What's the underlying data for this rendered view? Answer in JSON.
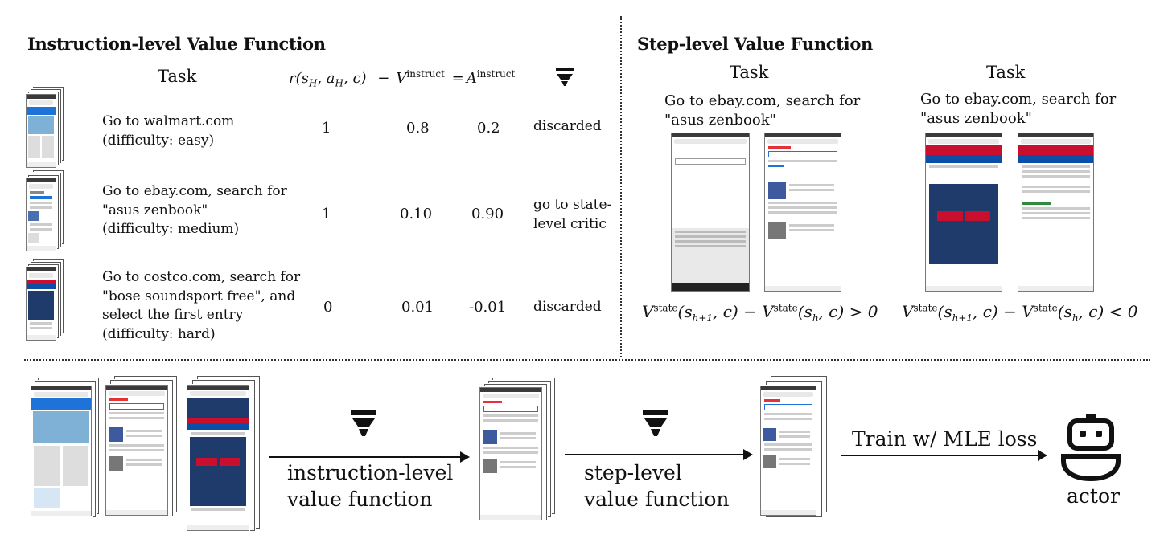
{
  "top_left": {
    "title": "Instruction-level Value Function",
    "task_header": "Task",
    "formula": {
      "reward": "r(s",
      "reward_sub1": "H",
      "reward_mid": ", a",
      "reward_sub2": "H",
      "reward_end": ", c)",
      "minus": "−",
      "v": "V",
      "v_sup": "instruct",
      "equals": "=",
      "a": "A",
      "a_sup": "instruct"
    },
    "rows": [
      {
        "task_line1": "Go to walmart.com",
        "task_line2": "(difficulty: easy)",
        "task_line3": "",
        "task_line4": "",
        "r": "1",
        "v": "0.8",
        "a": "0.2",
        "outcome_line1": "discarded",
        "outcome_line2": ""
      },
      {
        "task_line1": "Go to ebay.com, search  for",
        "task_line2": "\"asus zenbook\"",
        "task_line3": "(difficulty: medium)",
        "task_line4": "",
        "r": "1",
        "v": "0.10",
        "a": "0.90",
        "outcome_line1": "go to state-",
        "outcome_line2": "level critic"
      },
      {
        "task_line1": "Go to costco.com, search for",
        "task_line2": "\"bose soundsport free\", and",
        "task_line3": "select the first entry",
        "task_line4": "(difficulty: hard)",
        "r": "0",
        "v": "0.01",
        "a": "-0.01",
        "outcome_line1": "discarded",
        "outcome_line2": ""
      }
    ]
  },
  "top_right": {
    "title": "Step-level Value Function",
    "left": {
      "task_header": "Task",
      "task_line1": "Go to ebay.com, search  for",
      "task_line2": "\"asus zenbook\"",
      "formula": {
        "v1": "V",
        "sup1": "state",
        "arg1": "(s",
        "sub1": "h+1",
        "arg1_end": ", c) − ",
        "v2": "V",
        "sup2": "state",
        "arg2": "(s",
        "sub2": "h",
        "arg2_end": ", c) > 0"
      }
    },
    "right": {
      "task_header": "Task",
      "task_line1": "Go to ebay.com, search  for",
      "task_line2": "\"asus zenbook\"",
      "formula": {
        "v1": "V",
        "sup1": "state",
        "arg1": "(s",
        "sub1": "h+1",
        "arg1_end": ", c) − ",
        "v2": "V",
        "sup2": "state",
        "arg2": "(s",
        "sub2": "h",
        "arg2_end": ", c) < 0"
      }
    }
  },
  "bottom": {
    "step1_line1": "instruction-level",
    "step1_line2": "value function",
    "step2_line1": "step-level",
    "step2_line2": "value function",
    "train_label": "Train w/ MLE loss",
    "actor_label": "actor"
  },
  "colors": {
    "walmart_blue": "#1e73d8",
    "costco_red": "#c8102e",
    "ebay_blue": "#1e73d8"
  },
  "icons": [
    "filter-icon",
    "robot-icon",
    "phone-screenshot"
  ]
}
